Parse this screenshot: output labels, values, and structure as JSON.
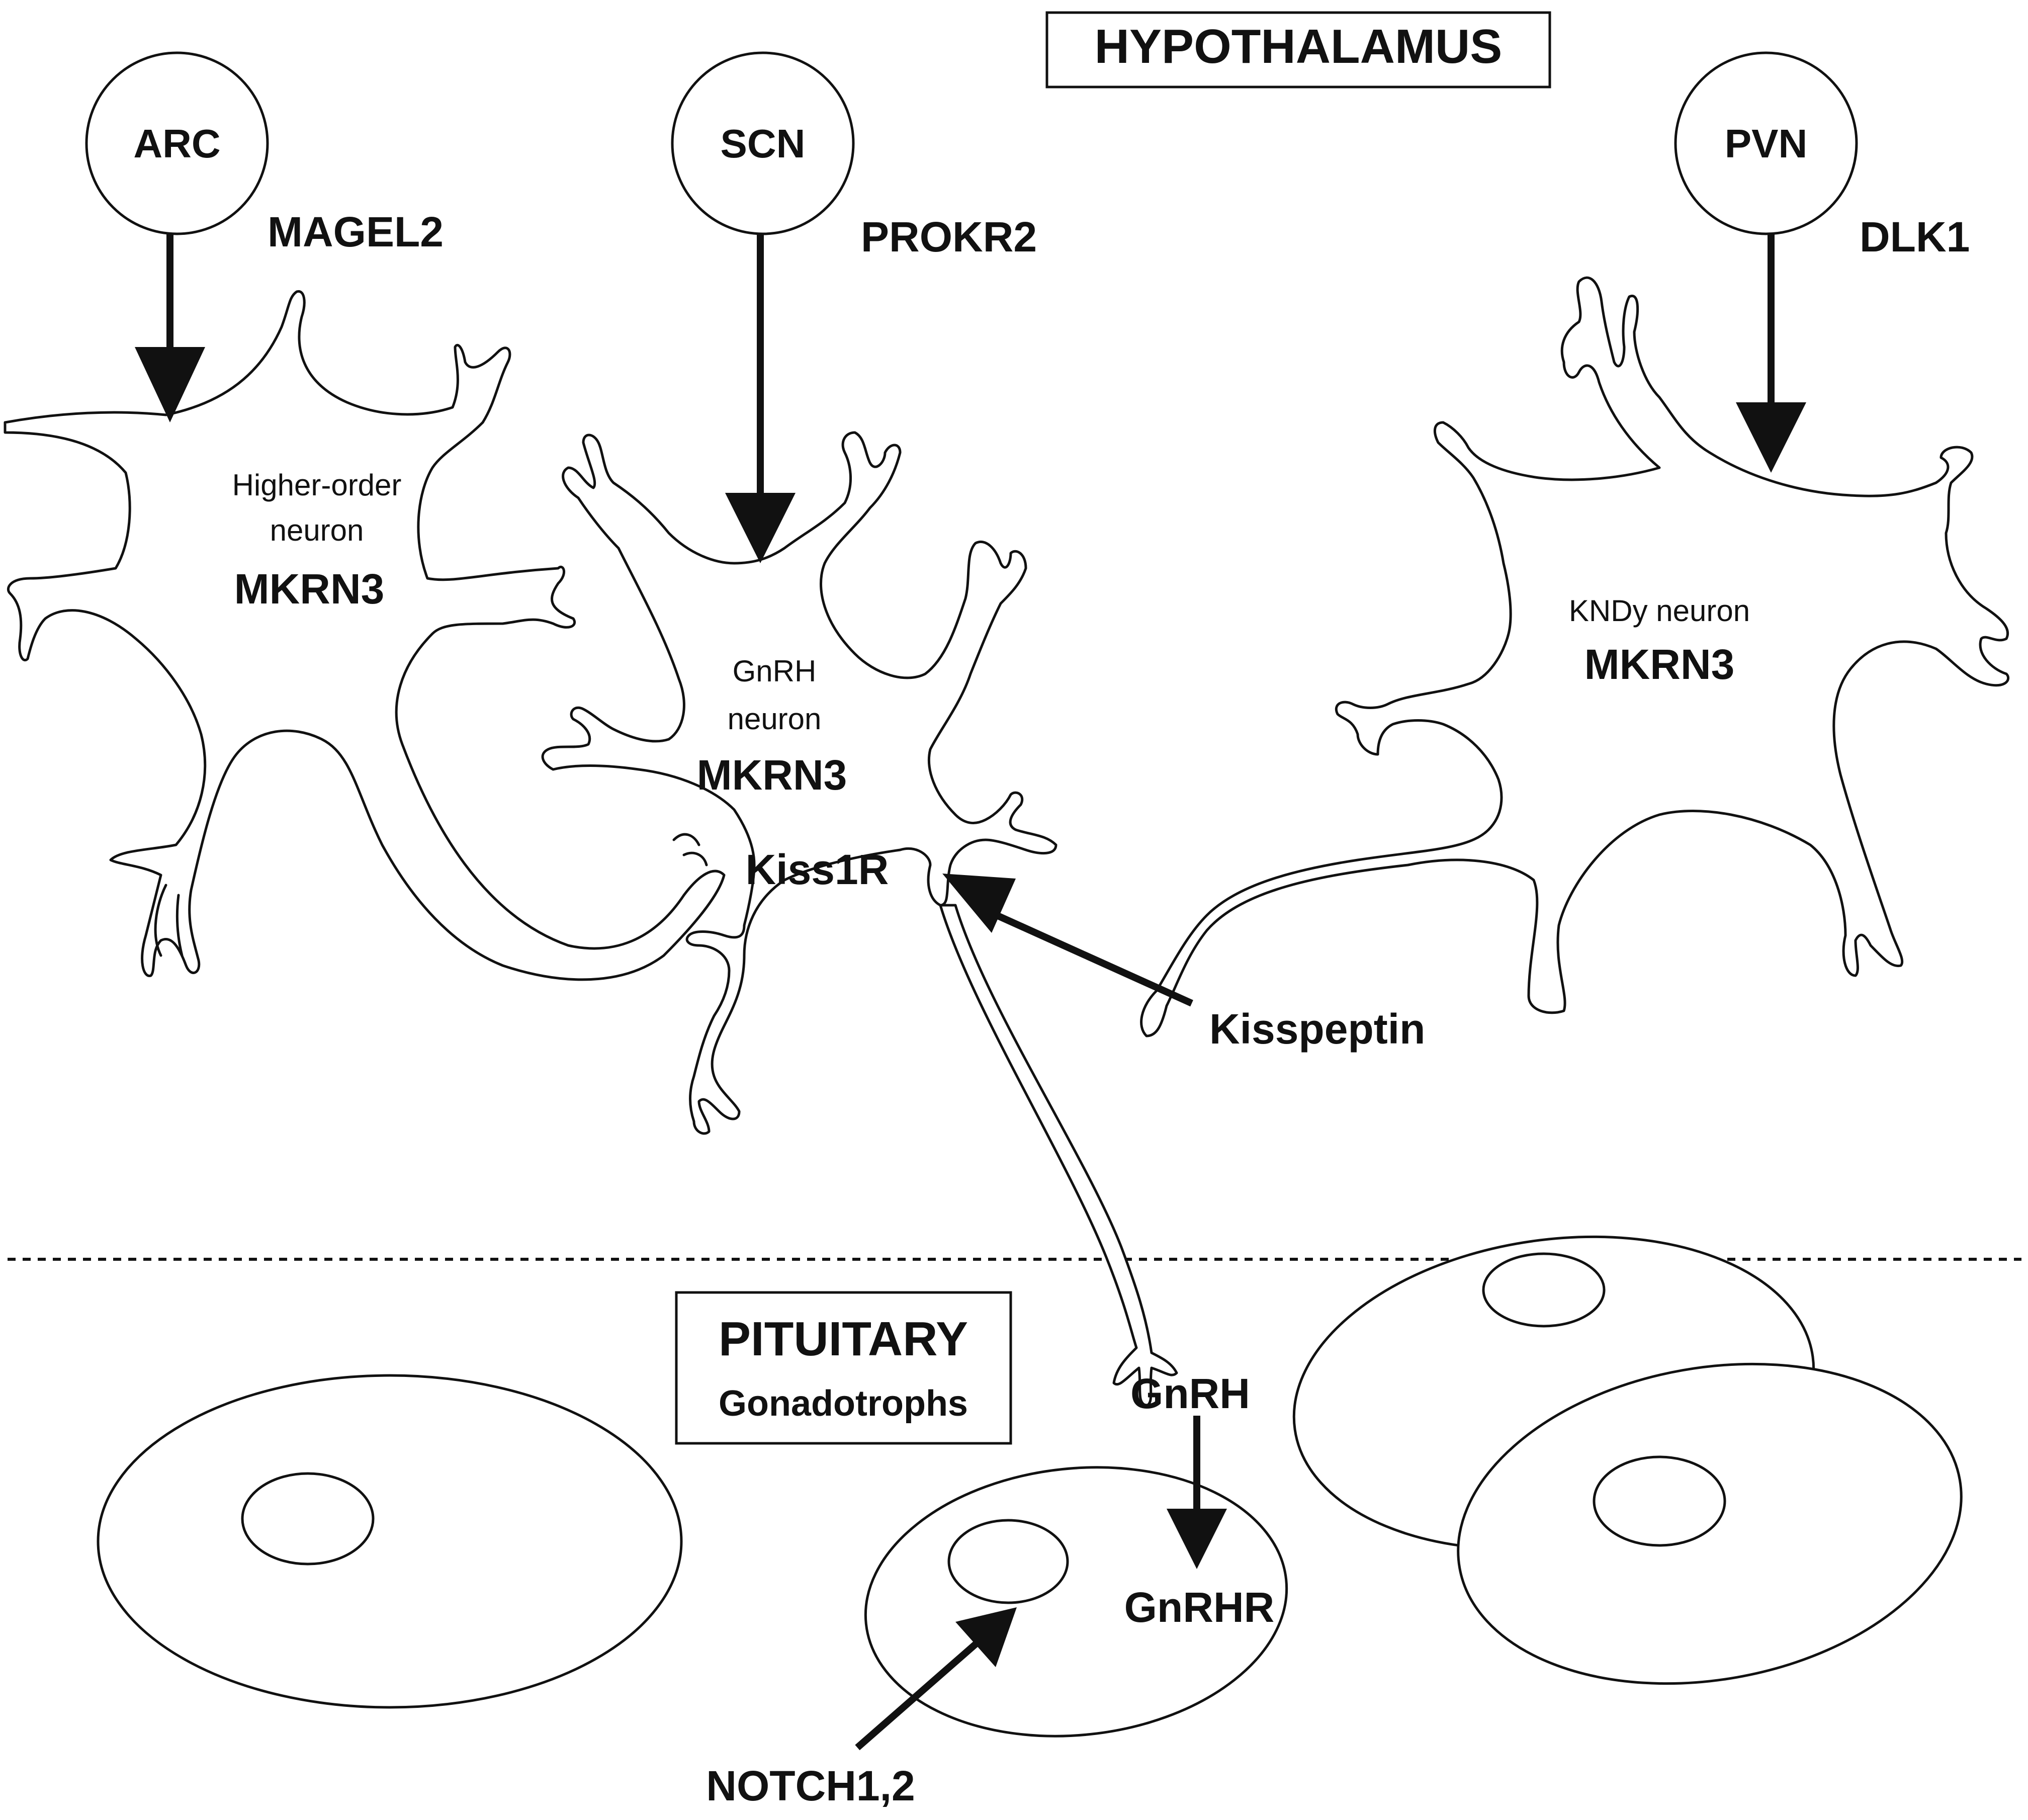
{
  "regions": {
    "hypothalamus": "HYPOTHALAMUS",
    "pituitary": "PITUITARY",
    "pituitary_sub": "Gonadotrophs"
  },
  "nuclei": [
    {
      "label": "ARC",
      "gene": "MAGEL2"
    },
    {
      "label": "SCN",
      "gene": "PROKR2"
    },
    {
      "label": "PVN",
      "gene": "DLK1"
    }
  ],
  "neurons": {
    "higher_order": {
      "line1": "Higher-order",
      "line2": "neuron",
      "gene": "MKRN3"
    },
    "gnrh": {
      "line1": "GnRH",
      "line2": "neuron",
      "gene": "MKRN3",
      "receptor": "Kiss1R"
    },
    "kndy": {
      "line1": "KNDy neuron",
      "gene": "MKRN3"
    }
  },
  "signals": {
    "kisspeptin": "Kisspeptin",
    "gnrh": "GnRH",
    "gnrhr": "GnRHR",
    "notch": "NOTCH1,2"
  }
}
